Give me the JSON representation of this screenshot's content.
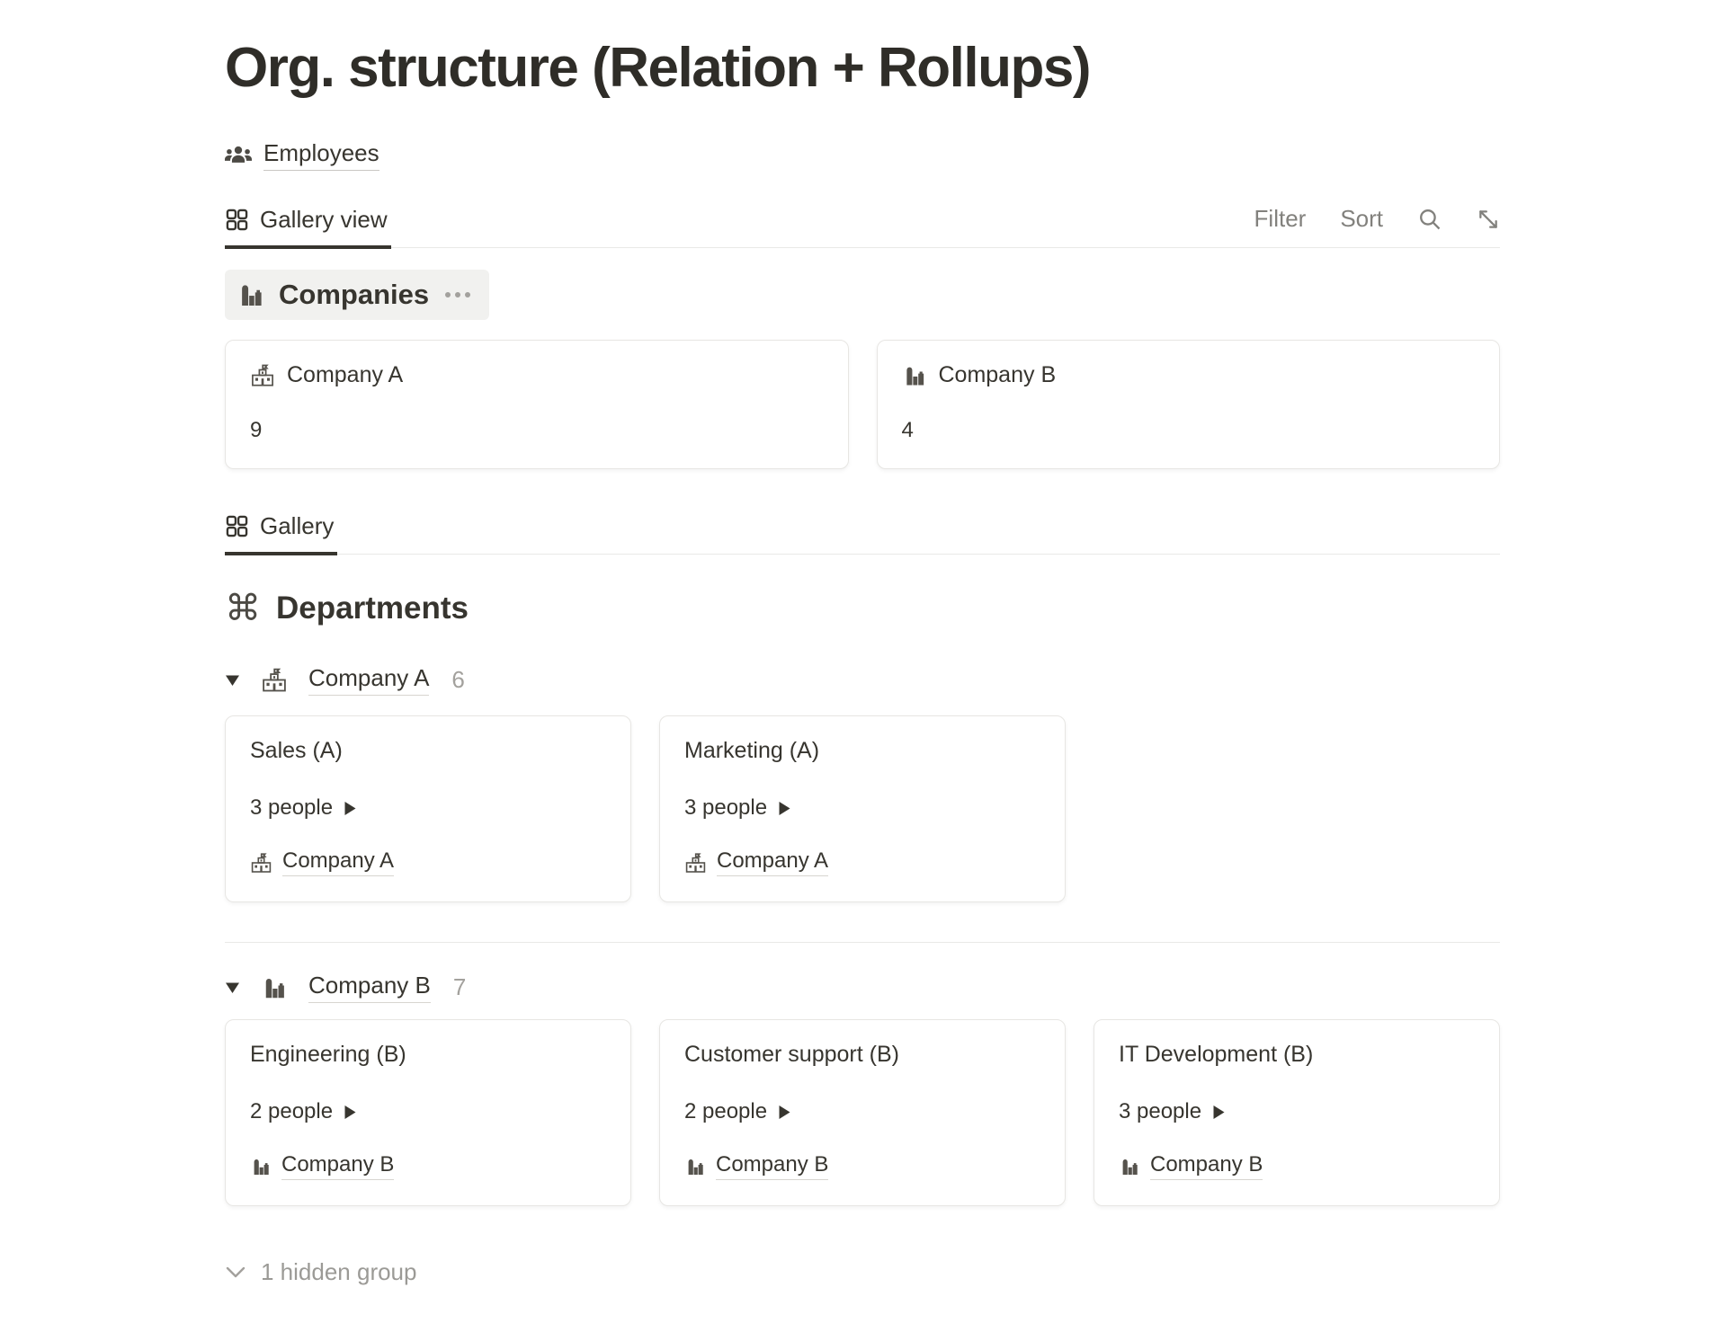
{
  "page": {
    "title": "Org. structure (Relation + Rollups)"
  },
  "employees_link": {
    "label": "Employees",
    "icon": "people-group-icon"
  },
  "toolbar": {
    "active_tab": "Gallery view",
    "filter_label": "Filter",
    "sort_label": "Sort",
    "icons": {
      "search": "magnifier-icon",
      "expand": "diagonal-expand-icon"
    }
  },
  "companies_board": {
    "title": "Companies",
    "icon": "city-buildings-icon",
    "menu_icon": "ellipsis-icon",
    "cards": [
      {
        "title": "Company A",
        "icon": "school-building-icon",
        "rollup_value": "9"
      },
      {
        "title": "Company B",
        "icon": "city-buildings-icon",
        "rollup_value": "4"
      }
    ]
  },
  "gallery_tab": {
    "label": "Gallery"
  },
  "departments_board": {
    "title": "Departments",
    "icon_char": "⌘",
    "groups": [
      {
        "name": "Company A",
        "icon": "school-building-icon",
        "count": "6",
        "cards": [
          {
            "title": "Sales (A)",
            "people": "3 people",
            "company_link": "Company A"
          },
          {
            "title": "Marketing (A)",
            "people": "3 people",
            "company_link": "Company A"
          }
        ]
      },
      {
        "name": "Company B",
        "icon": "city-buildings-icon",
        "count": "7",
        "cards": [
          {
            "title": "Engineering (B)",
            "people": "2 people",
            "company_link": "Company B"
          },
          {
            "title": "Customer support (B)",
            "people": "2 people",
            "company_link": "Company B"
          },
          {
            "title": "IT Development (B)",
            "people": "3 people",
            "company_link": "Company B"
          }
        ]
      }
    ],
    "hidden_group": {
      "label": "1 hidden group"
    }
  },
  "colors": {
    "text": "#37352f",
    "muted": "#91908c",
    "border": "#e9e9e7",
    "header_bg": "#f1f1ef"
  }
}
